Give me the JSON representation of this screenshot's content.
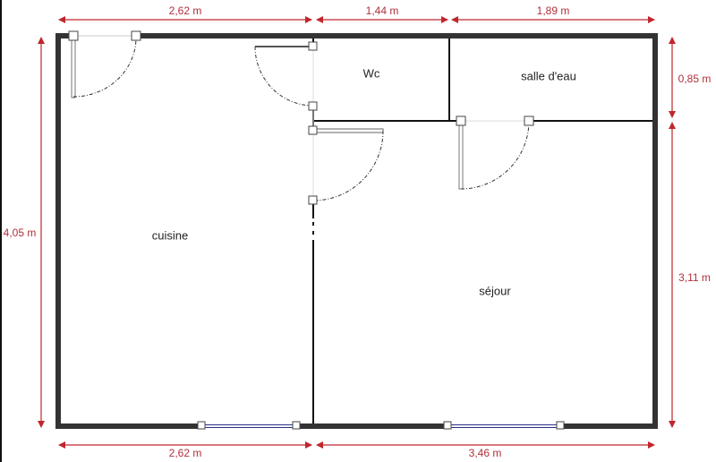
{
  "plan": {
    "colors": {
      "wall": "#333333",
      "dimension": "#c0262d",
      "window": "#2c2f8a",
      "door_swing": "#333333"
    },
    "dimensions": {
      "top": [
        {
          "label": "2,62 m"
        },
        {
          "label": "1,44 m"
        },
        {
          "label": "1,89 m"
        }
      ],
      "bottom": [
        {
          "label": "2,62 m"
        },
        {
          "label": "3,46 m"
        }
      ],
      "left": {
        "label": "4,05 m"
      },
      "right": [
        {
          "label": "0,85 m"
        },
        {
          "label": "3,11 m"
        }
      ]
    },
    "rooms": {
      "cuisine": "cuisine",
      "wc": "Wc",
      "salle_deau": "salle d'eau",
      "sejour": "séjour"
    }
  }
}
